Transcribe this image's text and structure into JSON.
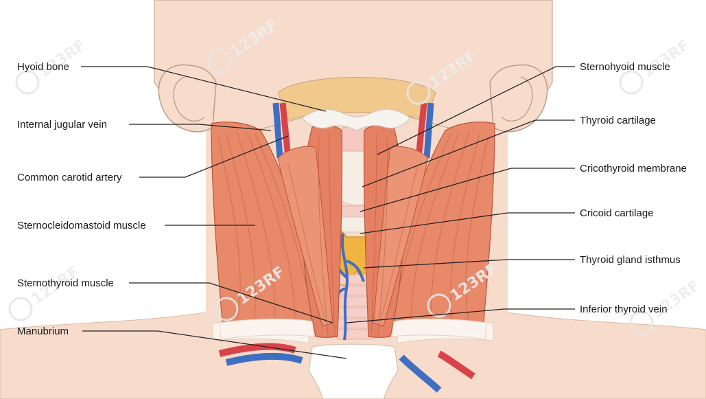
{
  "labels": {
    "hyoid_bone": "Hyoid bone",
    "internal_jugular_vein": "Internal jugular vein",
    "common_carotid_artery": "Common carotid artery",
    "sternocleidomastoid_muscle": "Sternocleidomastoid muscle",
    "sternothyroid_muscle": "Sternothyroid muscle",
    "manubrium": "Manubrium",
    "sternohyoid_muscle": "Sternohyoid muscle",
    "thyroid_cartilage": "Thyroid cartilage",
    "cricothyroid_membrane": "Cricothyroid membrane",
    "cricoid_cartilage": "Cricoid cartilage",
    "thyroid_gland_isthmus": "Thyroid gland isthmus",
    "inferior_thyroid_vein": "Inferior thyroid vein"
  },
  "watermark": "123RF",
  "colors": {
    "skin": "#f7dccb",
    "muscle": "#e8896a",
    "muscle_dark": "#c9603f",
    "tendon": "#fbf3ee",
    "artery": "#d8434a",
    "vein": "#3f6fc2",
    "thyroid_gland": "#f0b441",
    "cartilage": "#f4eee4",
    "hyoid": "#f7f3ef"
  }
}
